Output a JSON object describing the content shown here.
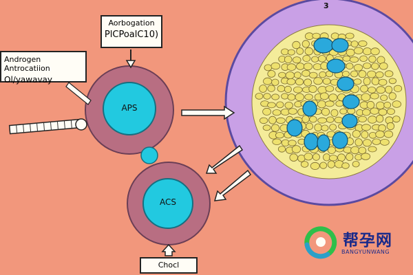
{
  "diagram": {
    "corner_number": "3",
    "label_top": {
      "line1": "Aorbogation",
      "line2": "PlCPoalC10)"
    },
    "label_left": {
      "line1": "Androgen Antrocatiion",
      "line2": "Ol/yawavay"
    },
    "label_bottom": "Chocl",
    "cell_top_text": "APS",
    "cell_bottom_text": "ACS"
  },
  "watermark": {
    "chinese": "帮孕网",
    "english": "BANGYUNWANG"
  },
  "colors": {
    "background": "#f2977c",
    "cell_outer": "#b86e82",
    "nucleus": "#22c9e0",
    "big_ring": "#c9a0e6",
    "big_inner": "#f4ec9a",
    "blob": "#eee16e",
    "blue_blob": "#2aa9dc",
    "watermark_text": "#1a2a8a",
    "logo_green": "#2fbf4a",
    "logo_teal": "#2aa0c8"
  }
}
